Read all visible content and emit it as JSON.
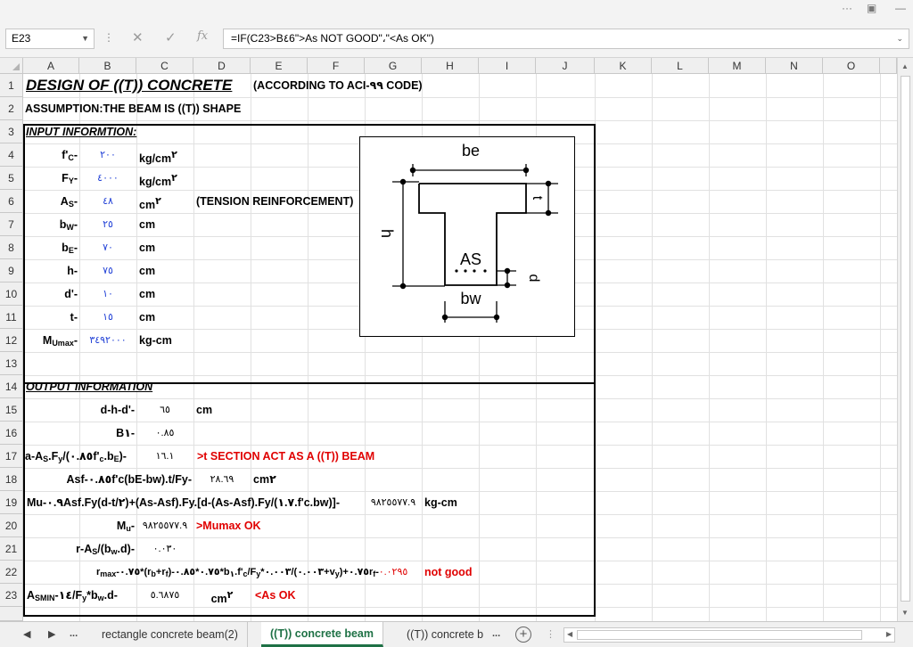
{
  "window": {
    "ribbon_display_icon": "ribbon-display-options-icon",
    "min_icon": "minimize-icon"
  },
  "formula_bar": {
    "name_box": "E23",
    "formula": "=IF(C23>B٤6\">As  NOT GOOD\"،\"<As  OK\")",
    "cancel_glyph": "✕",
    "enter_glyph": "✓",
    "fx_glyph": "fx"
  },
  "columns": [
    "A",
    "B",
    "C",
    "D",
    "E",
    "F",
    "G",
    "H",
    "I",
    "J",
    "K",
    "L",
    "M",
    "N",
    "O"
  ],
  "rows": [
    "1",
    "2",
    "3",
    "4",
    "5",
    "6",
    "7",
    "8",
    "9",
    "10",
    "11",
    "12",
    "13",
    "14",
    "15",
    "16",
    "17",
    "18",
    "19",
    "20",
    "21",
    "22",
    "23"
  ],
  "sheet": {
    "r1_title": "DESIGN OF ((T)) CONCRETE",
    "r1_note": "(ACCORDING TO ACI-٩٩ CODE)",
    "r2_assumption": "ASSUMPTION:THE BEAM IS ((T)) SHAPE",
    "r3_input": "INPUT INFORMTION:",
    "r4_label": "f'",
    "r4_sub": "C",
    "r4_val": "٢٠٠",
    "r4_unit": "kg/cm",
    "r4_unit_sup": "٢",
    "r5_label": "F",
    "r5_sub": "Y",
    "r5_val": "٤٠٠٠",
    "r5_unit": "kg/cm",
    "r5_unit_sup": "٢",
    "r6_label": "A",
    "r6_sub": "S",
    "r6_val": "٤٨",
    "r6_unit": "cm",
    "r6_unit_sup": "٢",
    "r6_note": "(TENSION REINFORCEMENT)",
    "r7_label": "b",
    "r7_sub": "W",
    "r7_val": "٢٥",
    "r7_unit": "cm",
    "r8_label": "b",
    "r8_sub": "E",
    "r8_val": "٧٠",
    "r8_unit": "cm",
    "r9_label": "h",
    "r9_val": "٧٥",
    "r9_unit": "cm",
    "r10_label": "d'",
    "r10_val": "١٠",
    "r10_unit": "cm",
    "r11_label": "t",
    "r11_val": "١٥",
    "r11_unit": "cm",
    "r12_label": "M",
    "r12_sub": "Umax",
    "r12_val": "٣٤٩٢٠٠٠",
    "r12_unit": "kg-cm",
    "r14_output": "OUTPUT INFORMATION",
    "r15_label": "d-h-d'",
    "r15_val": "٦٥",
    "r15_unit": "cm",
    "r16_label": "B١",
    "r16_val": "٠.٨٥",
    "r17_label": "a-A",
    "r17_label_sub": "S",
    "r17_label_mid": ".F",
    "r17_label_sub2": "y",
    "r17_label_end": "/(٠.٨٥f'",
    "r17_label_sub3": "c",
    "r17_label_end2": ".b",
    "r17_label_sub4": "E",
    "r17_label_end3": ")",
    "r17_val": "١٦.١",
    "r17_msg": ">t  SECTION ACT AS A ((T)) BEAM",
    "r18_label": "Asf-٠.٨٥f'c(bE-bw).t/Fy",
    "r18_val": "٢٨.٦٩",
    "r18_unit": "cm٢",
    "r19_label": "Mu-٠.٩Asf.Fy(d-t/٢)+(As-Asf).Fy.[d-(As-Asf).Fy/(١.٧.f'c.bw)]",
    "r19_val": "٩٨٢٥٥٧٧.٩",
    "r19_unit": "kg-cm",
    "r20_label": "M",
    "r20_sub": "u",
    "r20_val": "٩٨٢٥٥٧٧.٩",
    "r20_msg": ">Mumax OK",
    "r21_label": "r-A",
    "r21_sub": "S",
    "r21_label_end": "/(b",
    "r21_sub2": "w",
    "r21_label_end2": ".d)",
    "r21_val": "٠.٠٣٠",
    "r22_label": "r",
    "r22_sub": "max",
    "r22_label_end": "-٠.٧٥*(r",
    "r22_sub2": "b",
    "r22_label_end2": "+r",
    "r22_sub3": "f",
    "r22_label_end3": ")-٠.٧٥*٠.٨٥*b",
    "r22_sub4": "١",
    "r22_label_end4": ".f'",
    "r22_sub5": "c",
    "r22_label_end5": "/F",
    "r22_sub6": "y",
    "r22_label_end6": "*٠.٠٠٣/(٠.٠٠٣+v",
    "r22_sub7": "y",
    "r22_label_end7": ")+٠.٧٥r",
    "r22_sub8": "f",
    "r22_val": "٠.٠٢٩٥",
    "r22_msg": "not good",
    "r23_label": "A",
    "r23_sub": "SMIN",
    "r23_label_end": "-١٤/F",
    "r23_sub2": "y",
    "r23_label_end2": "*b",
    "r23_sub3": "w",
    "r23_label_end3": ".d",
    "r23_val": "٥.٦٨٧٥",
    "r23_unit": "cm",
    "r23_unit_sup": "٢",
    "r23_msg": "<As  OK"
  },
  "diagram": {
    "be": "be",
    "t": "t",
    "h": "h",
    "as": "AS",
    "d": "d",
    "bw": "bw"
  },
  "tabs": {
    "more_left": "...",
    "t1": "rectangle concrete beam(2)",
    "t2": "((T)) concrete beam",
    "t3": "((T)) concrete b",
    "more_right": "..."
  }
}
